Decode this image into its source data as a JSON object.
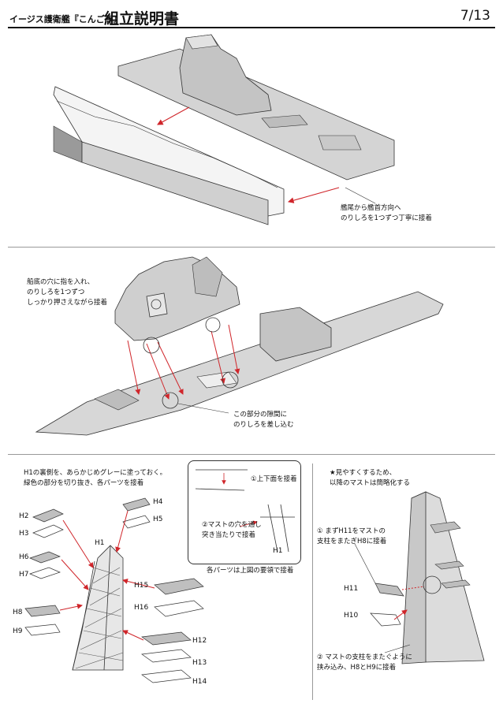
{
  "header": {
    "subtitle": "イージス護衛艦『こんごう』",
    "title": "組立説明書",
    "page": "7/13"
  },
  "step1": {
    "note": "艦尾から艦首方向へ\nのりしろを1つずつ丁寧に接着"
  },
  "step2": {
    "note_left": "船底の穴に指を入れ、\nのりしろを1つずつ\nしっかり押さえながら接着",
    "note_gap": "この部分の隙間に\nのりしろを差し込む"
  },
  "step3": {
    "intro": "H1の裏側を、あらかじめグレーに塗っておく。\n緑色の部分を切り抜き、各パーツを接着",
    "parts": [
      "H1",
      "H2",
      "H3",
      "H4",
      "H5",
      "H6",
      "H7",
      "H8",
      "H9",
      "H10",
      "H11",
      "H12",
      "H13",
      "H14",
      "H15",
      "H16"
    ],
    "inset_note1": "①上下面を接着",
    "inset_note2": "②マストの穴を通し\n突き当たりで接着",
    "inset_label": "H1",
    "inset_caption": "各パーツは上図の要領で接着"
  },
  "step4": {
    "intro": "★見やすくするため、\n以降のマストは簡略化する",
    "note1": "① まずH11をマストの\n支柱をまたぎH8に接着",
    "note2": "② マストの支柱をまたぐように\n挟み込み、H8とH9に接着",
    "label_a": "H11",
    "label_b": "H10"
  }
}
